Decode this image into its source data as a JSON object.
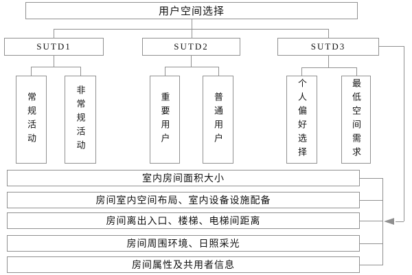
{
  "diagram": {
    "title": "用户空间选择",
    "branches": [
      {
        "label": "SUTD1",
        "children": [
          "常规活动",
          "非常规活动"
        ]
      },
      {
        "label": "SUTD2",
        "children": [
          "重要用户",
          "普通用户"
        ]
      },
      {
        "label": "SUTD3",
        "children": [
          "个人偏好选择",
          "最低空间需求"
        ]
      }
    ],
    "criteria_rows": [
      "室内房间面积大小",
      "房间室内空间布局、室内设备设施配备",
      "房间离出入口、楼梯、电梯间距离",
      "房间周围环境、日照采光",
      "房间属性及共用者信息"
    ],
    "colors": {
      "line": "#8f8f8f",
      "text": "#111111",
      "background": "#ffffff"
    }
  }
}
